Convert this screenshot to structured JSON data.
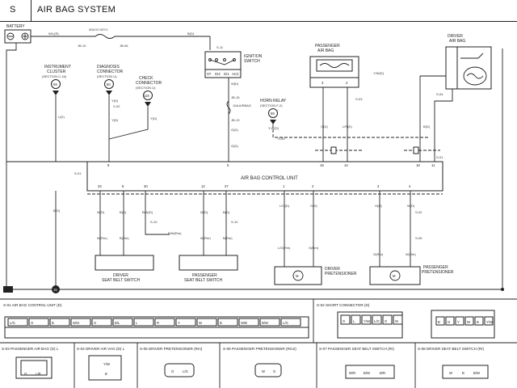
{
  "header": {
    "section": "S",
    "title": "AIR BAG SYSTEM"
  },
  "components": {
    "battery": "BATTERY",
    "fuse": "30A IG KEY1",
    "ignition_switch": [
      "IGNITION",
      "SWITCH"
    ],
    "instrument_cluster": [
      "INSTRUMENT",
      "CLUSTER",
      "(SECTION C-1b)"
    ],
    "instrument_cluster_ref": "59",
    "diagnosis_connector": [
      "DIAGNOSIS",
      "CONNECTOR",
      "(SECTION U)"
    ],
    "diagnosis_connector_ref": "60",
    "check_connector": [
      "CHECK",
      "CONNECTOR",
      "(SECTION U)"
    ],
    "check_connector_ref": "119",
    "horn_relay": [
      "HORN RELAY",
      "(SECTION F-2)"
    ],
    "horn_relay_ref": "99",
    "passenger_air_bag": [
      "PASSENGER",
      "AIR BAG"
    ],
    "driver_air_bag": [
      "DRIVER",
      "AIR BAG"
    ],
    "control_unit": "AIR BAG CONTROL UNIT",
    "driver_belt_switch": [
      "DRIVER",
      "SEAT BELT SWITCH"
    ],
    "passenger_belt_switch": [
      "PASSENGER",
      "SEAT BELT SWITCH"
    ],
    "driver_pretensioner": [
      "DRIVER",
      "PRETENSIONER"
    ],
    "passenger_pretensioner": [
      "PASSENGER",
      "PRETENSIONER"
    ],
    "ground_ref": "15"
  },
  "wire_labels": {
    "battery_out": "W/L(R)",
    "fuse_in": "JB-10",
    "fuse_out": "JB-06",
    "ig_in": "B(D)",
    "ig_conn": "S-11",
    "ig_pins": [
      "ST",
      "IG2",
      "IG1",
      "ACC"
    ],
    "ig_out": "W(D)",
    "fuse10": "10A AIRBAG",
    "jb15": "JB-15",
    "jb13": "JB-13",
    "g_d": "G(D)",
    "ic_wire": "L(D)",
    "dc_wire": "Y(D)",
    "dc_pin": "X-02",
    "cc_wire": "Y(D)",
    "horn_wire": "Y-W(D)",
    "horn_conn": "S-03",
    "pab_conn": "S-03",
    "pab_wire1": "O(D)",
    "pab_wire2": "L/R(D)",
    "dab_conn": "S-04",
    "dab_wire": "Y/W(D)",
    "dab_wire2": "B(D)",
    "cu_conn": "S-01",
    "cu_left": "B(D)",
    "cu_pins_bottom": [
      "33",
      "8",
      "30",
      "12",
      "37",
      "1",
      "2",
      "3",
      "4"
    ],
    "cu_pins_top": [
      "9",
      "5",
      "18",
      "14",
      "18",
      "11"
    ],
    "belt_w": "W(D)",
    "belt_b": "B(D)",
    "belt_bw": "B/W(D)",
    "belt_conn": "S-10",
    "belt_conn2": "S-10",
    "belt_wr": "W(Rm)",
    "belt_br": "B(Rm)",
    "belt_bwr": "B/W(Rm)",
    "pret_lg": "L/G(D)",
    "pret_o": "O(D)",
    "pret_g": "G(D)",
    "pret_w": "W(D)",
    "pret_conn": "S-02",
    "pret_conn2": "S-05",
    "pret_lgr": "L/G(Rm)",
    "pret_or": "O(Rm)",
    "pret_gr": "G(Rm)",
    "pret_wr": "W(Rm)"
  },
  "connectors": {
    "s01": {
      "title": "S-01  AIR BAG CONTROL UNIT (D)",
      "pins": [
        "L/G",
        "O",
        "B",
        "W/G",
        "G",
        "B/L",
        "L",
        "R",
        "Y",
        "W",
        "B",
        "W/B",
        "B/W",
        "L/G"
      ]
    },
    "s02": {
      "title": "S-02  SHORT CONNECTOR (D)",
      "pins": [
        "G",
        "L",
        "Y/W",
        "L/G",
        "O",
        "W"
      ]
    },
    "s02b": {
      "pins": [
        "B",
        "G",
        "Y",
        "W",
        "B",
        "Y/W"
      ]
    },
    "s03": {
      "title": "S-03 PASSENGER AIR BAG (D) L",
      "pins": [
        "O",
        "L/R"
      ]
    },
    "s04": {
      "title": "S-04  DRIVER AIR VAG (D) L",
      "pins": [
        "Y/W",
        "B"
      ]
    },
    "s05": {
      "title": "S-05  DRIVER PRETENSIONER (Rm)",
      "pins": [
        "O",
        "L/G"
      ]
    },
    "s06": {
      "title": "S-06  PASSENGER PRETENSIONER (Rm2)",
      "pins": [
        "W",
        "G"
      ]
    },
    "s07": {
      "title": "S-07 PASSENGER SEAT BELT SWITCH (Rr)",
      "pins": [
        "W/R",
        "B/W",
        "B/R"
      ]
    },
    "s08": {
      "title": "S-08  DRIVER SEAT BELT SWITCH (Rr)",
      "pins": [
        "W",
        "B",
        "B/W"
      ]
    }
  }
}
